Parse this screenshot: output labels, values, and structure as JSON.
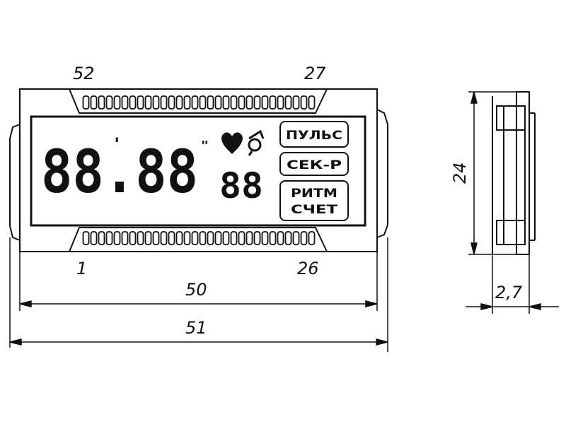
{
  "pins": {
    "top_left": "52",
    "top_right": "27",
    "bottom_left": "1",
    "bottom_right": "26"
  },
  "display": {
    "main_digits": "88.88",
    "main_mark_small": "'",
    "main_mark_right": "\"",
    "sub_digits": "88",
    "labels": {
      "pulse": "ПУЛЬС",
      "sec": "СЕК-Р",
      "rhythm_line1": "РИТМ",
      "rhythm_line2": "СЧЕТ"
    }
  },
  "dimensions": {
    "inner_width": "50",
    "outer_width": "51",
    "height": "24",
    "thickness": "2,7"
  },
  "icons": [
    "heart-icon",
    "tilde-bell-icon"
  ]
}
